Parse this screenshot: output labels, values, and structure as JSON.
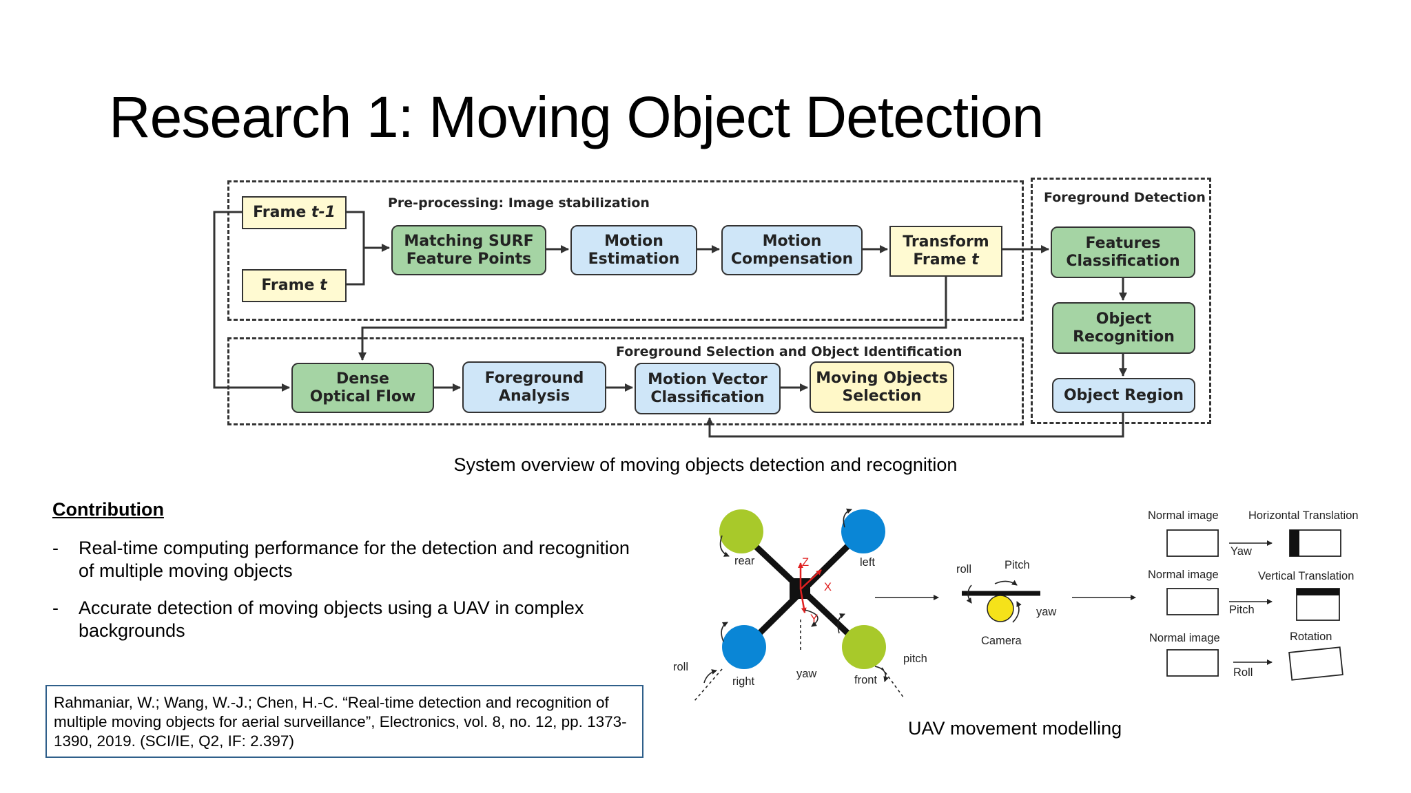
{
  "slide": {
    "title": "Research 1: Moving Object Detection"
  },
  "flowchart": {
    "groups": {
      "preprocessing": "Pre-processing: Image stabilization",
      "foreground_selection": "Foreground Selection and Object Identification",
      "foreground_detection": "Foreground Detection"
    },
    "nodes": {
      "frame_t1_prefix": "Frame ",
      "frame_t1_var": "t-1",
      "frame_t_prefix": "Frame ",
      "frame_t_var": "t",
      "matching_surf": "Matching SURF\nFeature Points",
      "motion_estimation": "Motion\nEstimation",
      "motion_compensation": "Motion\nCompensation",
      "transform_frame_line1": "Transform",
      "transform_frame_prefix": "Frame ",
      "transform_frame_var": "t",
      "features_classification": "Features\nClassification",
      "object_recognition": "Object\nRecognition",
      "object_region": "Object Region",
      "dense_optical_flow": "Dense\nOptical Flow",
      "foreground_analysis": "Foreground\nAnalysis",
      "motion_vector_classification": "Motion Vector\nClassification",
      "moving_objects_selection": "Moving Objects\nSelection"
    },
    "caption": "System overview of moving objects detection and recognition"
  },
  "contribution": {
    "heading": "Contribution",
    "bullets": [
      "Real-time computing performance for the detection and recognition of multiple moving objects",
      "Accurate detection of moving objects using a UAV in complex backgrounds"
    ],
    "dash": "-"
  },
  "citation": "Rahmaniar, W.; Wang, W.-J.; Chen, H.-C. “Real-time detection and recognition of multiple moving objects for aerial surveillance”, Electronics, vol. 8, no. 12, pp. 1373-1390, 2019. (SCI/IE, Q2, IF: 2.397)",
  "uav_model": {
    "drone_labels": {
      "rear": "rear",
      "left": "left",
      "right": "right",
      "front": "front",
      "roll": "roll",
      "yaw": "yaw",
      "pitch": "pitch",
      "z": "Z",
      "x": "X",
      "y": "Y"
    },
    "camera_labels": {
      "roll": "roll",
      "pitch": "Pitch",
      "yaw": "yaw",
      "camera": "Camera"
    },
    "transforms": [
      {
        "normal": "Normal image",
        "result": "Horizontal Translation",
        "motion": "Yaw"
      },
      {
        "normal": "Normal image",
        "result": "Vertical Translation",
        "motion": "Pitch"
      },
      {
        "normal": "Normal image",
        "result": "Rotation",
        "motion": "Roll"
      }
    ],
    "caption": "UAV movement modelling"
  },
  "colors": {
    "green_node": "#a5d4a4",
    "blue_node": "#cfe6f8",
    "yellow_node": "#fff8c8",
    "rotor_green": "#a8c92a",
    "rotor_blue": "#0a86d6",
    "axis_red": "#e02020",
    "camera_yellow": "#f5e21a",
    "citation_border": "#2f5f8a"
  }
}
